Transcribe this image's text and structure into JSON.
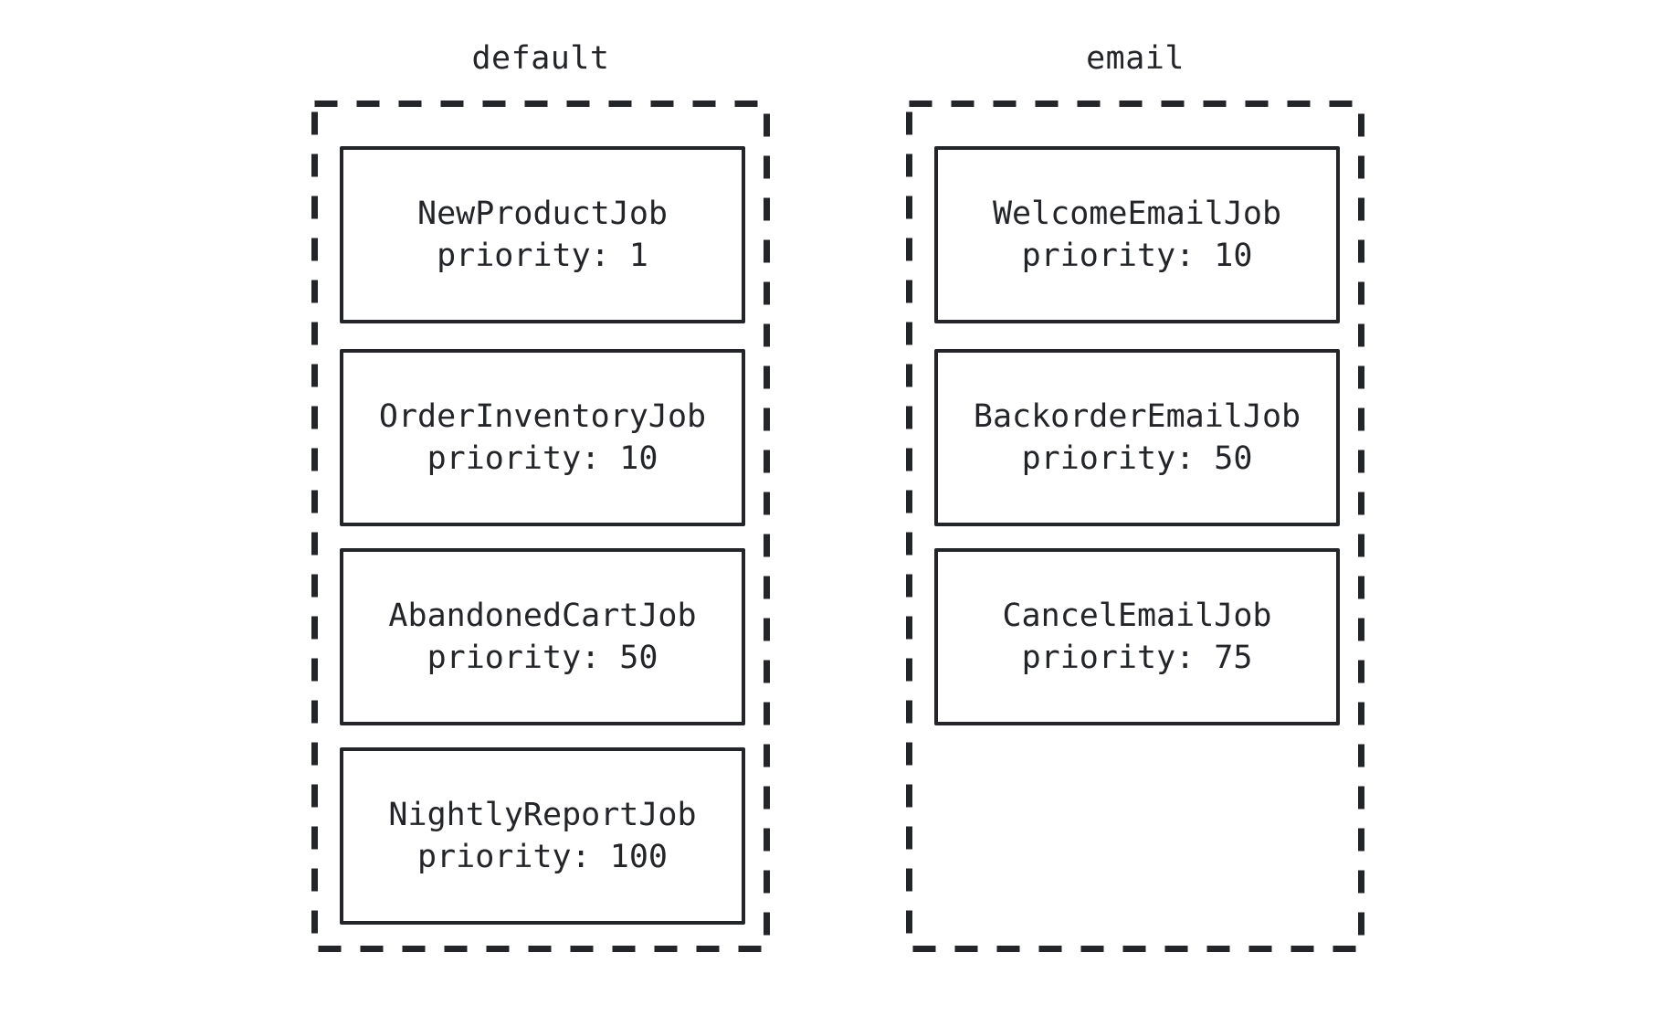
{
  "colors": {
    "ink": "#232528",
    "background": "#ffffff"
  },
  "diagram": {
    "queues": [
      {
        "name": "default",
        "jobs": [
          {
            "name": "NewProductJob",
            "priority_label": "priority: 1"
          },
          {
            "name": "OrderInventoryJob",
            "priority_label": "priority: 10"
          },
          {
            "name": "AbandonedCartJob",
            "priority_label": "priority: 50"
          },
          {
            "name": "NightlyReportJob",
            "priority_label": "priority: 100"
          }
        ]
      },
      {
        "name": "email",
        "jobs": [
          {
            "name": "WelcomeEmailJob",
            "priority_label": "priority: 10"
          },
          {
            "name": "BackorderEmailJob",
            "priority_label": "priority: 50"
          },
          {
            "name": "CancelEmailJob",
            "priority_label": "priority: 75"
          }
        ]
      }
    ]
  }
}
